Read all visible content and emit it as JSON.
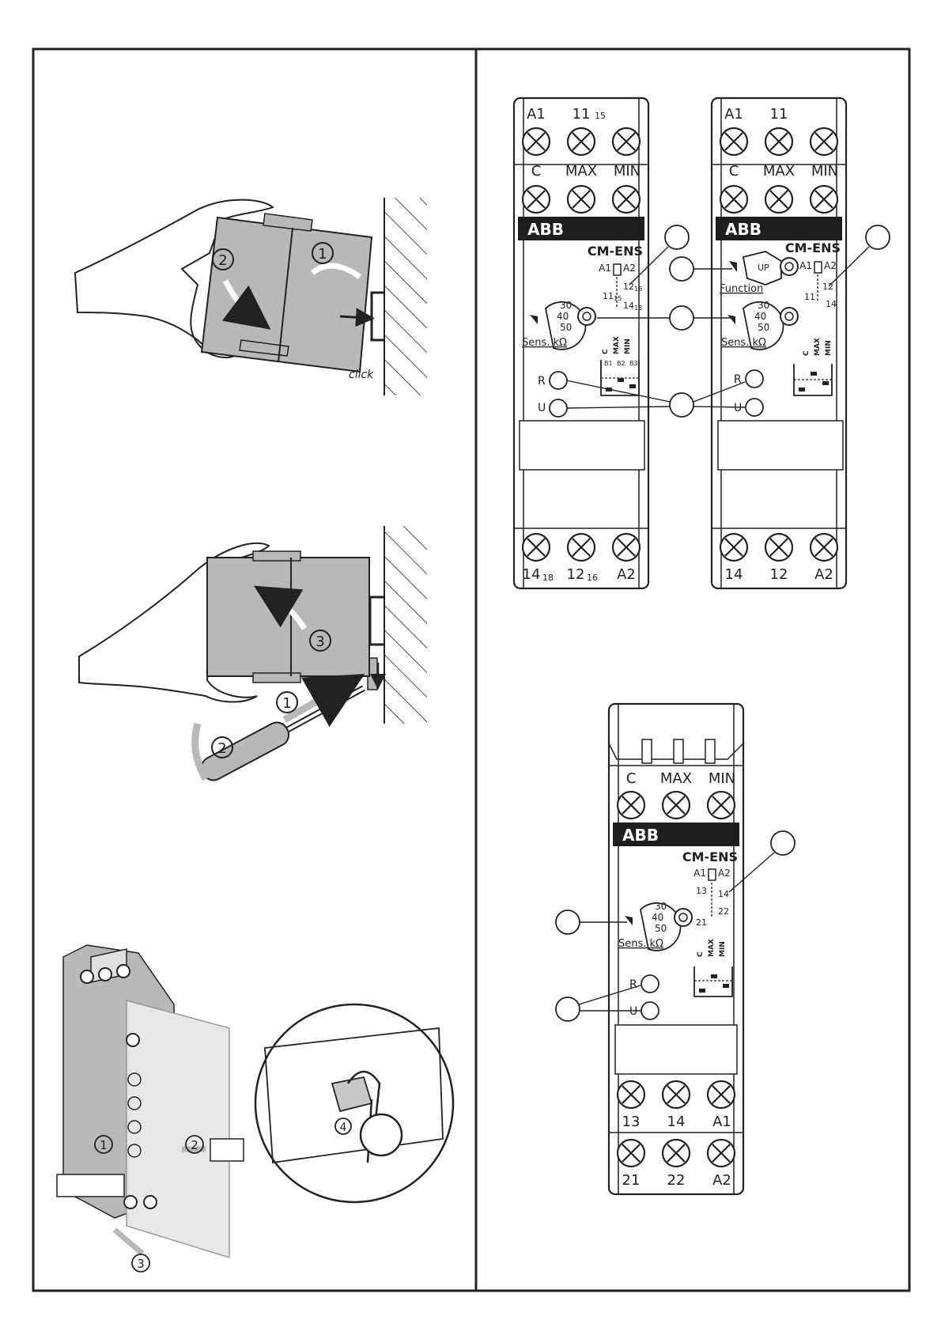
{
  "colors": {
    "line": "#222222",
    "gray": "#b8b8b8",
    "dark": "#1e1e1e",
    "panel": "#ffffff"
  },
  "mounting": {
    "step1": {
      "nums": [
        "1",
        "2"
      ],
      "click_label": "click"
    },
    "step2": {
      "nums": [
        "1",
        "2",
        "3"
      ]
    },
    "step3": {
      "nums": [
        "1",
        "2",
        "3",
        "4"
      ]
    }
  },
  "device_left": {
    "top_terminals": [
      "A1",
      "11",
      "15"
    ],
    "probe_terminals": [
      "C",
      "MAX",
      "MIN"
    ],
    "brand": "ABB",
    "model": "CM-ENS",
    "relay": {
      "coil": [
        "A1",
        "A2"
      ],
      "contacts": [
        "11",
        "15",
        "12",
        "16",
        "14",
        "18"
      ]
    },
    "scale": [
      "30",
      "40",
      "50"
    ],
    "sens_label": "Sens. kΩ",
    "level_labels": [
      "C",
      "MAX",
      "MIN"
    ],
    "level_pins": [
      "B1",
      "B2",
      "B3"
    ],
    "leds": [
      "R",
      "U"
    ],
    "bottom_terminals": [
      "14",
      "18",
      "12",
      "16",
      "A2"
    ]
  },
  "device_right": {
    "top_terminals": [
      "A1",
      "11"
    ],
    "probe_terminals": [
      "C",
      "MAX",
      "MIN"
    ],
    "brand": "ABB",
    "model": "CM-ENS",
    "up_label": "UP",
    "function_label": "Function",
    "relay": {
      "coil": [
        "A1",
        "A2"
      ],
      "contacts": [
        "11",
        "12",
        "14"
      ]
    },
    "scale": [
      "30",
      "40",
      "50"
    ],
    "sens_label": "Sens. kΩ",
    "level_labels": [
      "C",
      "MAX",
      "MIN"
    ],
    "leds": [
      "R",
      "U"
    ],
    "bottom_terminals": [
      "14",
      "12",
      "A2"
    ]
  },
  "device_bottom": {
    "probe_terminals": [
      "C",
      "MAX",
      "MIN"
    ],
    "brand": "ABB",
    "model": "CM-ENS",
    "relay": {
      "coil": [
        "A1",
        "A2"
      ],
      "contacts": [
        "13",
        "14",
        "21",
        "22"
      ]
    },
    "scale": [
      "30",
      "40",
      "50"
    ],
    "sens_label": "Sens. kΩ",
    "level_labels": [
      "C",
      "MAX",
      "MIN"
    ],
    "leds": [
      "R",
      "U"
    ],
    "lower_terminals_row1": [
      "13",
      "14",
      "A1"
    ],
    "lower_terminals_row2": [
      "21",
      "22",
      "A2"
    ]
  }
}
